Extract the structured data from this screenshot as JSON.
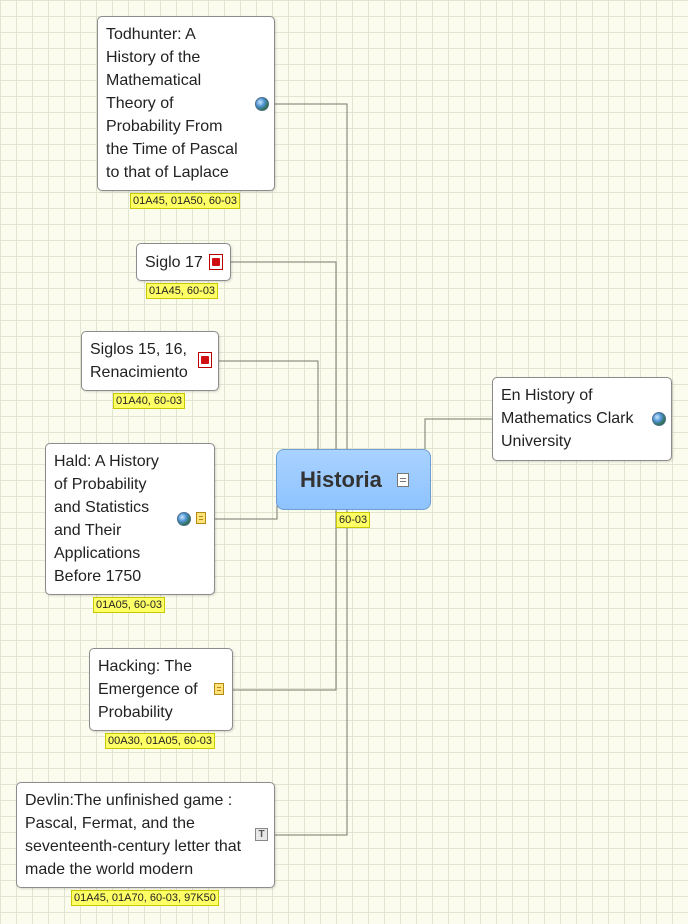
{
  "central": {
    "title": "Historia",
    "tag": "60-03",
    "icon": "document-icon"
  },
  "nodes": [
    {
      "id": "todhunter",
      "text": "Todhunter: A History of the Mathematical Theory of Probability From the Time of Pascal to that of Laplace",
      "tags": "01A45, 01A50, 60-03",
      "icons": [
        "globe-icon"
      ]
    },
    {
      "id": "siglo17",
      "text": "Siglo 17",
      "tags": "01A45, 60-03",
      "icons": [
        "pdf-icon"
      ]
    },
    {
      "id": "siglos15",
      "text": "Siglos 15, 16, Renacimiento",
      "tags": "01A40, 60-03",
      "icons": [
        "pdf-icon"
      ]
    },
    {
      "id": "hald",
      "text": "Hald: A History of Probability and Statistics and Their Applications Before 1750",
      "tags": "01A05, 60-03",
      "icons": [
        "globe-icon",
        "note-icon"
      ]
    },
    {
      "id": "hacking",
      "text": "Hacking: The Emergence of Probability",
      "tags": "00A30, 01A05, 60-03",
      "icons": [
        "note-icon"
      ]
    },
    {
      "id": "devlin",
      "text": "Devlin:The unfinished game : Pascal, Fermat, and the seventeenth-century letter that made the world modern",
      "tags": "01A45, 01A70, 60-03, 97K50",
      "icons": [
        "text-icon"
      ]
    },
    {
      "id": "enhistory",
      "text": "En History of Mathematics Clark University",
      "tags": "",
      "icons": [
        "globe-icon"
      ]
    }
  ]
}
